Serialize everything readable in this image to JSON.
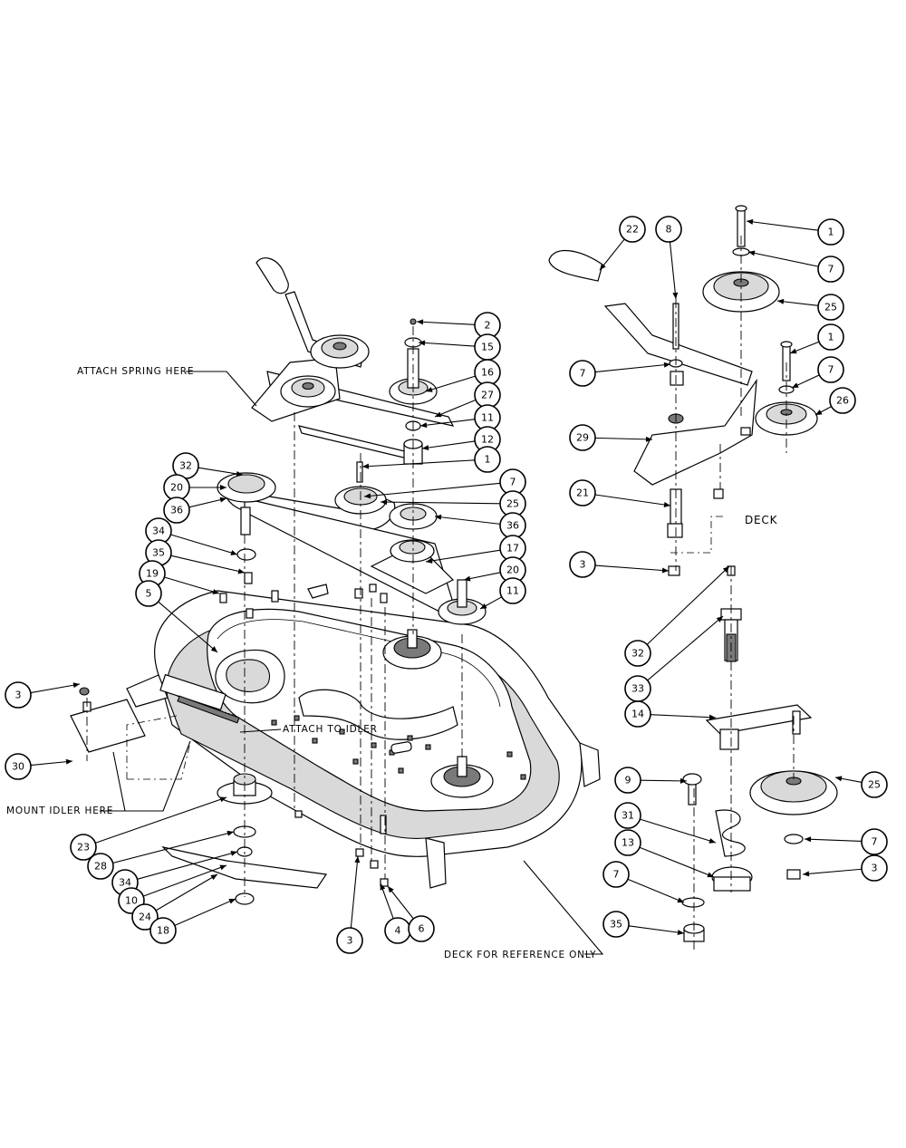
{
  "notes": {
    "attach_spring": "ATTACH SPRING HERE",
    "attach_idler": "ATTACH TO IDLER",
    "mount_idler": "MOUNT IDLER HERE",
    "deck_reference": "DECK FOR REFERENCE ONLY",
    "deck": "DECK"
  },
  "callouts": [
    {
      "id": "c-22",
      "label": "22"
    },
    {
      "id": "c-8",
      "label": "8"
    },
    {
      "id": "c-1a",
      "label": "1"
    },
    {
      "id": "c-7a",
      "label": "7"
    },
    {
      "id": "c-25a",
      "label": "25"
    },
    {
      "id": "c-1b",
      "label": "1"
    },
    {
      "id": "c-7b",
      "label": "7"
    },
    {
      "id": "c-7c",
      "label": "7"
    },
    {
      "id": "c-26",
      "label": "26"
    },
    {
      "id": "c-29",
      "label": "29"
    },
    {
      "id": "c-21",
      "label": "21"
    },
    {
      "id": "c-3a",
      "label": "3"
    },
    {
      "id": "c-32a",
      "label": "32"
    },
    {
      "id": "c-33",
      "label": "33"
    },
    {
      "id": "c-14",
      "label": "14"
    },
    {
      "id": "c-9",
      "label": "9"
    },
    {
      "id": "c-31",
      "label": "31"
    },
    {
      "id": "c-13",
      "label": "13"
    },
    {
      "id": "c-25b",
      "label": "25"
    },
    {
      "id": "c-7d",
      "label": "7"
    },
    {
      "id": "c-3b",
      "label": "3"
    },
    {
      "id": "c-7e",
      "label": "7"
    },
    {
      "id": "c-35a",
      "label": "35"
    },
    {
      "id": "c-2",
      "label": "2"
    },
    {
      "id": "c-15",
      "label": "15"
    },
    {
      "id": "c-16",
      "label": "16"
    },
    {
      "id": "c-27",
      "label": "27"
    },
    {
      "id": "c-11a",
      "label": "11"
    },
    {
      "id": "c-12",
      "label": "12"
    },
    {
      "id": "c-1c",
      "label": "1"
    },
    {
      "id": "c-7f",
      "label": "7"
    },
    {
      "id": "c-25c",
      "label": "25"
    },
    {
      "id": "c-36a",
      "label": "36"
    },
    {
      "id": "c-17",
      "label": "17"
    },
    {
      "id": "c-20a",
      "label": "20"
    },
    {
      "id": "c-11b",
      "label": "11"
    },
    {
      "id": "c-32b",
      "label": "32"
    },
    {
      "id": "c-20b",
      "label": "20"
    },
    {
      "id": "c-36b",
      "label": "36"
    },
    {
      "id": "c-34a",
      "label": "34"
    },
    {
      "id": "c-35b",
      "label": "35"
    },
    {
      "id": "c-19",
      "label": "19"
    },
    {
      "id": "c-5",
      "label": "5"
    },
    {
      "id": "c-3c",
      "label": "3"
    },
    {
      "id": "c-30",
      "label": "30"
    },
    {
      "id": "c-23",
      "label": "23"
    },
    {
      "id": "c-28",
      "label": "28"
    },
    {
      "id": "c-34b",
      "label": "34"
    },
    {
      "id": "c-10",
      "label": "10"
    },
    {
      "id": "c-24",
      "label": "24"
    },
    {
      "id": "c-18",
      "label": "18"
    },
    {
      "id": "c-3d",
      "label": "3"
    },
    {
      "id": "c-4",
      "label": "4"
    },
    {
      "id": "c-6",
      "label": "6"
    }
  ]
}
